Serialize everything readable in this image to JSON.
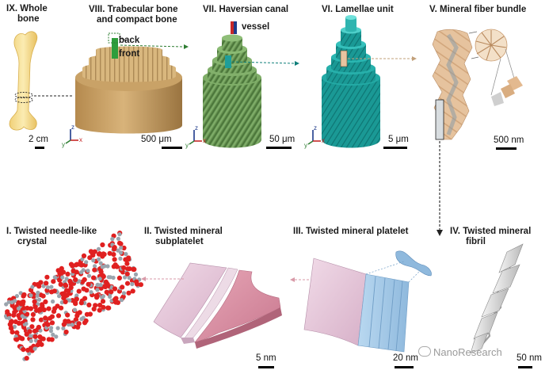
{
  "panels": {
    "p9": {
      "title_line1": "IX. Whole",
      "title_line2": "bone",
      "scale": "2 cm"
    },
    "p8": {
      "title_line1": "VIII. Trabecular bone",
      "title_line2": "and compact bone",
      "scale": "500 μm",
      "callout_back": "back",
      "callout_front": "front"
    },
    "p7": {
      "title": "VII. Haversian canal",
      "scale": "50 μm",
      "callout_vessel": "vessel"
    },
    "p6": {
      "title": "VI. Lamellae unit",
      "scale": "5 μm"
    },
    "p5": {
      "title": "V. Mineral fiber bundle",
      "scale": "500 nm"
    },
    "p1": {
      "title_line1": "I. Twisted needle-like",
      "title_line2": "crystal"
    },
    "p2": {
      "title_line1": "II. Twisted mineral",
      "title_line2": "subplatelet",
      "scale": "5 nm"
    },
    "p3": {
      "title": "III. Twisted mineral platelet",
      "scale": "20 nm"
    },
    "p4": {
      "title_line1": "IV. Twisted mineral",
      "title_line2": "fibril",
      "scale": "50 nm"
    }
  },
  "axes": {
    "x": "x",
    "y": "y",
    "z": "z"
  },
  "watermark": "NanoResearch",
  "colors": {
    "bone": "#f4dc8a",
    "compact_bone": "#c9a267",
    "haversian": "#6f9d5c",
    "lamellae": "#1f9e9a",
    "fiber": "#e8c4a0",
    "platelet_pink": "#e5c6d8",
    "platelet_blue": "#a9cdea",
    "crystal_red": "#e02020",
    "crystal_grey": "#9aa4ad"
  }
}
